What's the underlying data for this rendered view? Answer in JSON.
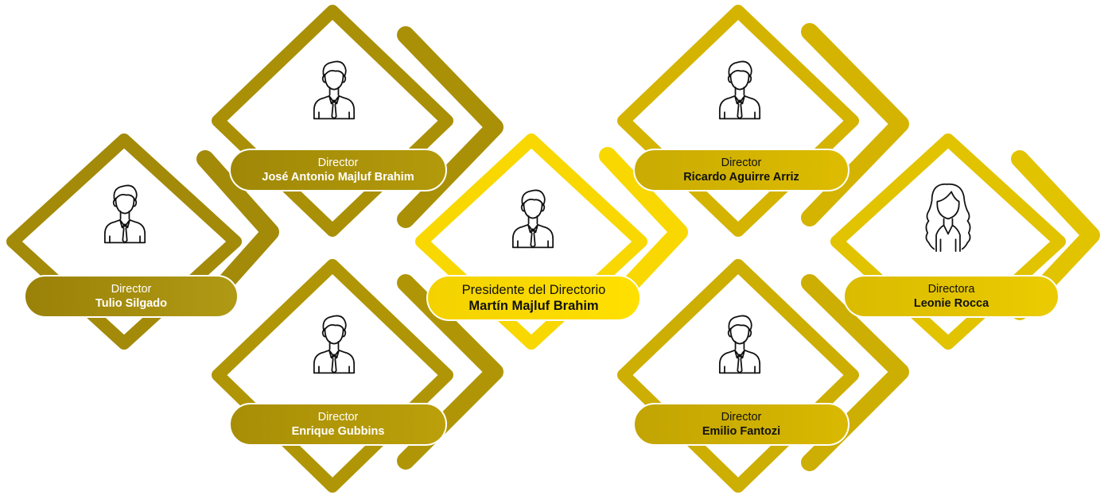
{
  "org_chart": {
    "members": [
      {
        "id": "tulio",
        "role": "Director",
        "name": "Tulio Silgado",
        "color": "#A38A09",
        "text_color": "#ffffff",
        "icon": "man-icon"
      },
      {
        "id": "jose",
        "role": "Director",
        "name": "José Antonio Majluf Brahim",
        "color": "#A99007",
        "text_color": "#ffffff",
        "icon": "man-icon"
      },
      {
        "id": "enrique",
        "role": "Director",
        "name": "Enrique Gubbins",
        "color": "#B09606",
        "text_color": "#ffffff",
        "icon": "man-icon"
      },
      {
        "id": "martin",
        "role": "Presidente del Directorio",
        "name": "Martín Majluf Brahim",
        "color": "#F8D800",
        "text_color": "#111111",
        "icon": "man-icon"
      },
      {
        "id": "ricardo",
        "role": "Director",
        "name": "Ricardo Aguirre Arriz",
        "color": "#D4B400",
        "text_color": "#111111",
        "icon": "man-icon"
      },
      {
        "id": "emilio",
        "role": "Director",
        "name": "Emilio Fantozi",
        "color": "#CDAE02",
        "text_color": "#111111",
        "icon": "man-icon"
      },
      {
        "id": "leonie",
        "role": "Directora",
        "name": "Leonie Rocca",
        "color": "#E2C300",
        "text_color": "#111111",
        "icon": "woman-icon"
      }
    ]
  }
}
